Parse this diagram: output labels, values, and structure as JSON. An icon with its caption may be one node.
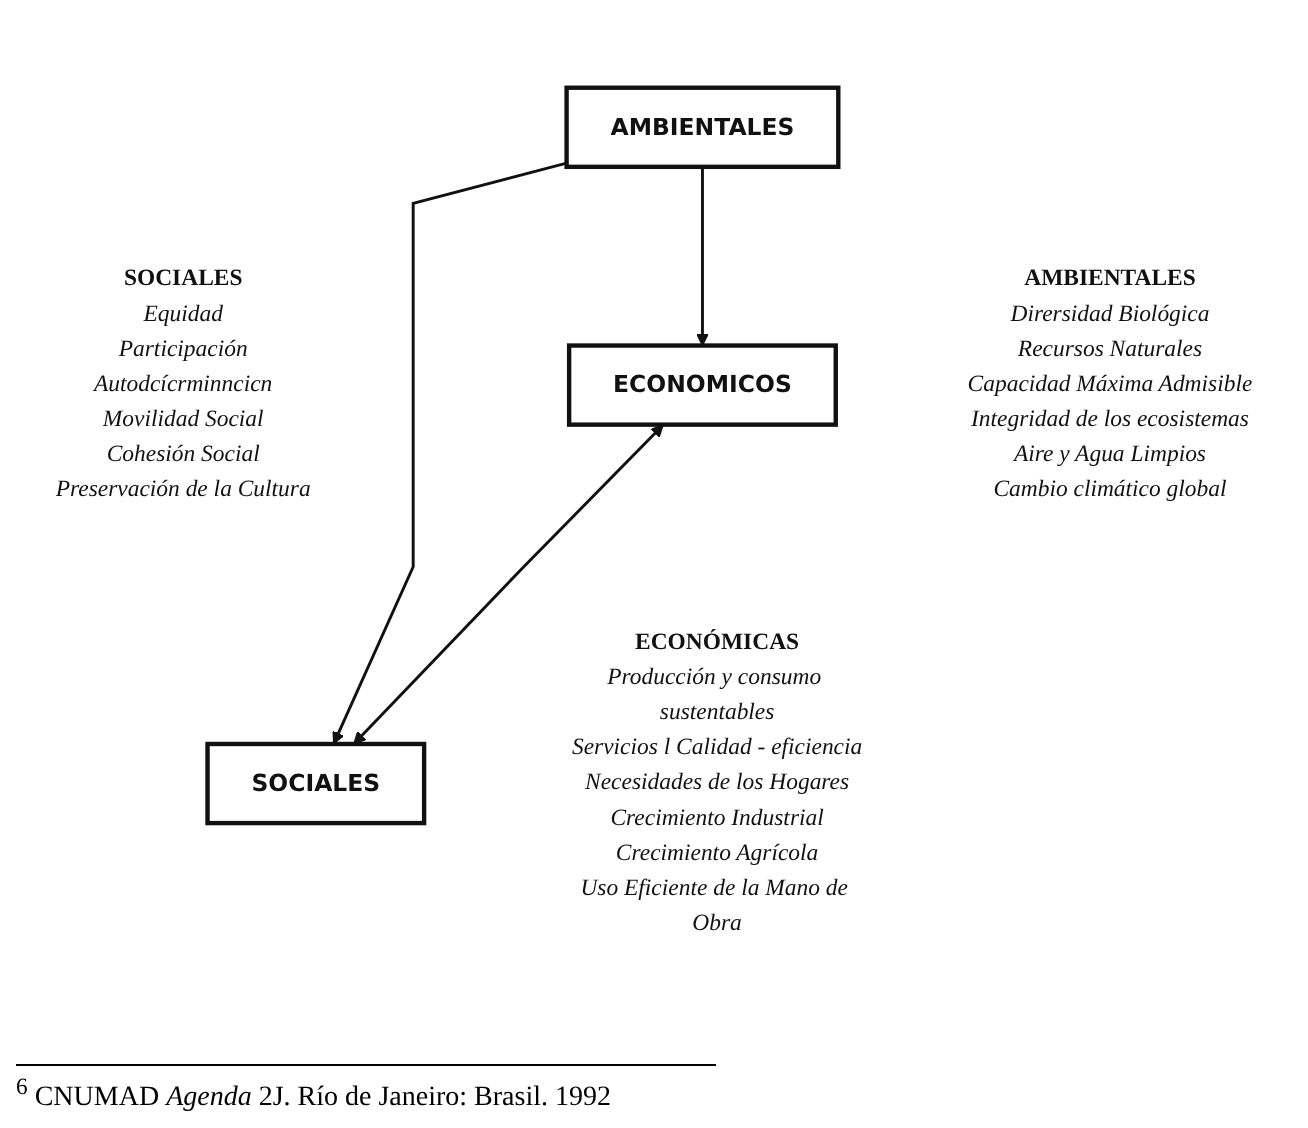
{
  "diagram": {
    "nodes": [
      {
        "text": [
          "SOCIALES",
          "Equidad",
          "Participación",
          "Autodcícrminncicn",
          "Movilidad Social",
          "Cohesión Social",
          "Preservación de la Cultura"
        ]
      },
      {
        "text": [
          "SOCIALES"
        ]
      },
      {
        "text": [
          "ECONOMICOS"
        ]
      },
      {
        "text": [
          "AMBIENTALES"
        ]
      },
      {
        "text": [
          "ECONÓMICAS",
          "Producción y consumo sustentables",
          "Servicios l Calidad - eficiencia",
          "Necesidades de los Hogares",
          "Crecimiento Industrial",
          "Crecimiento Agrícola",
          "Uso Eficiente de la Mano de Obra"
        ]
      },
      {
        "text": [
          "AMBIENTALES",
          "Dirersidad Biológica",
          "Recursos Naturales",
          "Capacidad Máxima Admisible",
          "Integridad de los ecosistemas",
          "Aire y Agua Limpios",
          "Cambio climático global"
        ]
      }
    ],
    "edges": [
      {
        "from": 2,
        "to": 1,
        "arrow": "both"
      },
      {
        "from": 3,
        "to": 1,
        "arrow": "to"
      },
      {
        "from": 3,
        "to": 2,
        "arrow": "to"
      }
    ],
    "caption": "$^{6}$ CNUMAD *Agenda* 2J. Río de Janeiro: Brasil. 1992"
  }
}
